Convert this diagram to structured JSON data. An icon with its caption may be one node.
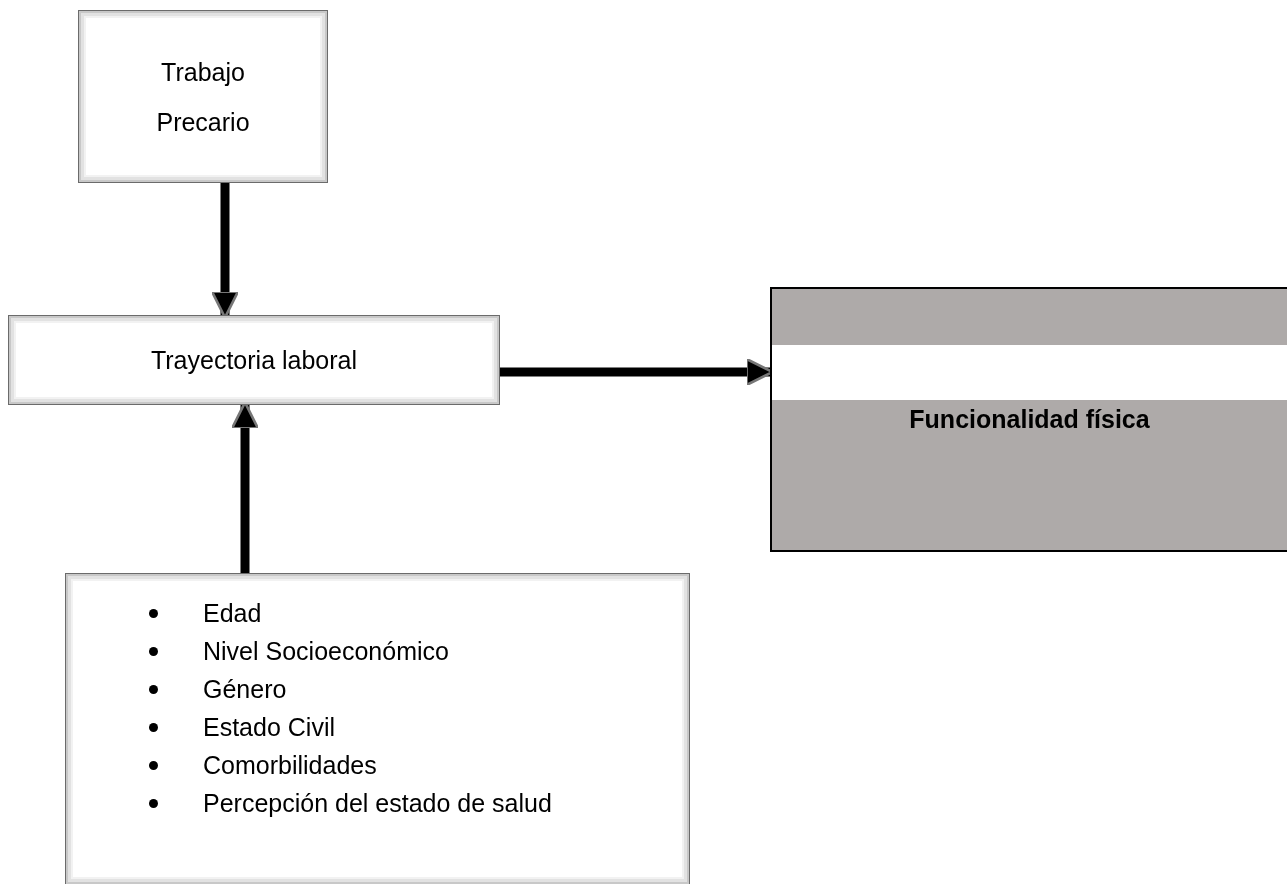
{
  "diagram": {
    "nodes": [
      {
        "text": [
          "Trabajo Precario"
        ]
      },
      {
        "text": [
          "Trayectoria laboral"
        ]
      },
      {
        "text": [
          "Funcionalidad física"
        ]
      },
      {
        "text": [
          "Edad",
          "Nivel Socioeconómico",
          "Género",
          "Estado Civil",
          "Comorbilidades",
          "Percepción del estado de salud"
        ]
      }
    ],
    "edges": [
      {
        "from": 0,
        "to": 1,
        "arrow": "to"
      },
      {
        "from": 1,
        "to": 2,
        "arrow": "to"
      },
      {
        "from": 3,
        "to": 1,
        "arrow": "to"
      }
    ]
  }
}
